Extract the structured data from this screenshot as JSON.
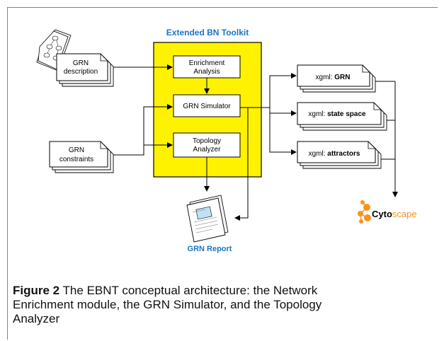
{
  "toolkit": {
    "title": "Extended BN Toolkit",
    "modules": {
      "enrichment": [
        "Enrichment",
        "Analysis"
      ],
      "simulator": "GRN Simulator",
      "topology": [
        "Topology",
        "Analyzer"
      ]
    }
  },
  "inputs": {
    "description": [
      "GRN",
      "description"
    ],
    "constraints": [
      "GRN",
      "constraints"
    ]
  },
  "outputs": [
    {
      "prefix": "xgml:",
      "name": "GRN"
    },
    {
      "prefix": "xgml:",
      "name": "state space"
    },
    {
      "prefix": "xgml:",
      "name": "attractors"
    }
  ],
  "report_label": "GRN Report",
  "cytoscape": {
    "part1": "Cyto",
    "part2": "scape"
  },
  "caption": {
    "label": "Figure 2",
    "text": "The EBNT conceptual architecture: the Network Enrichment module, the GRN Simulator, and the Topology Analyzer"
  },
  "colors": {
    "toolkit_fill": "#fff200",
    "title_blue": "#1a75c6",
    "cytoscape_orange": "#f7931e"
  }
}
